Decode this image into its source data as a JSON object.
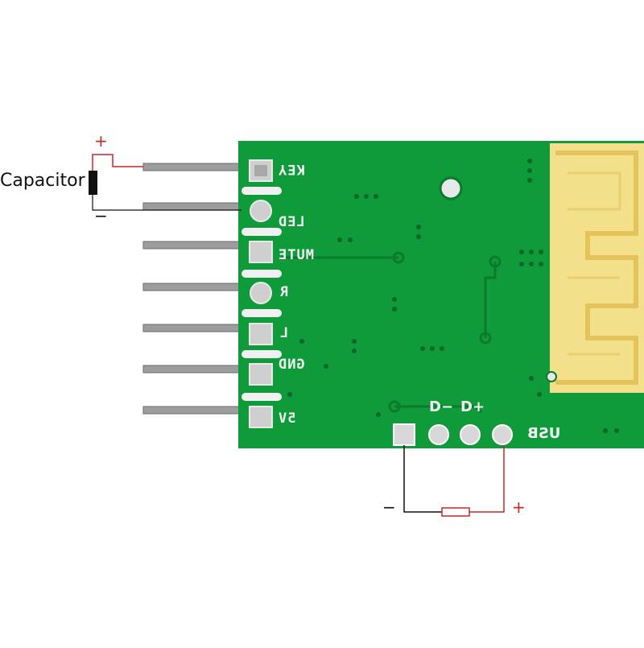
{
  "capacitor": {
    "label": "Capacitor",
    "plus": "+",
    "minus": "−"
  },
  "pins": {
    "key": "KEY",
    "led": "LED",
    "mute": "MUTE",
    "r": "R",
    "l": "L",
    "gnd": "GND",
    "v5": "5V"
  },
  "usb": {
    "label": "USB",
    "dminus": "D−",
    "dplus": "D+"
  },
  "resistor": {
    "minus": "−",
    "plus": "+"
  },
  "colors": {
    "board": "#109a38",
    "board_trace": "#0d7f2c",
    "antenna": "#f3e18a",
    "wire_red": "#c62828",
    "wire_black": "#111111",
    "pin_metal": "#9a9a9a"
  }
}
